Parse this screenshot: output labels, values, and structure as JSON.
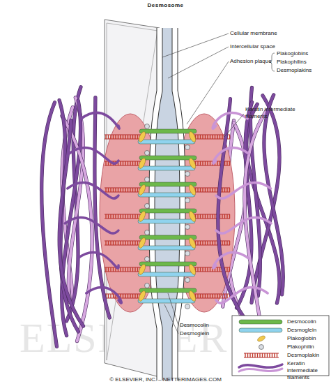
{
  "diagram": {
    "title": "Desmosome",
    "caption": "© ELSEVIER, INC. – NETTERIMAGES.COM",
    "labels": [
      "Cellular membrane",
      "Intercellular space",
      "Adhesion plaque",
      "Plakoglobins",
      "Plakophilins",
      "Desmoplakins",
      "Keratin intermediate filaments",
      "Desmocolin",
      "Desmoglein",
      "ELSEVIER"
    ],
    "legend": [
      {
        "text": "Desmocolin",
        "color": "#6cb84a"
      },
      {
        "text": "Desmoglein",
        "color": "#8fd3ee"
      },
      {
        "text": "Plakoglobin",
        "color": "#f2c94c"
      },
      {
        "text": "Plakophilin"
      },
      {
        "text": "Desmoplakin"
      },
      {
        "text": "Keratin intermediate filaments"
      }
    ]
  }
}
